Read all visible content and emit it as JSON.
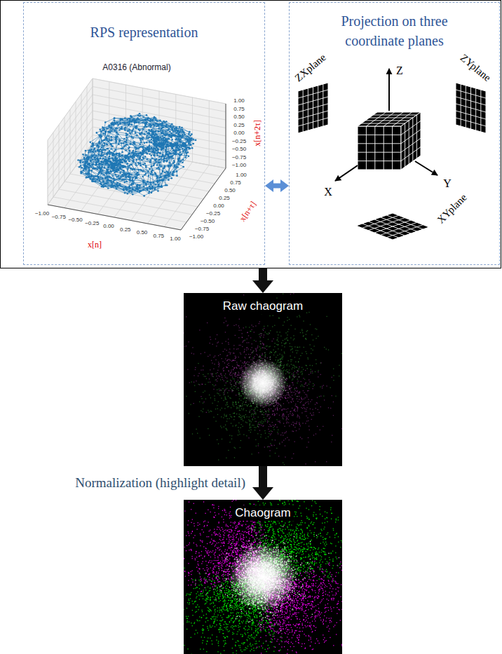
{
  "diagram": {
    "nodes": [
      {
        "text": []
      },
      {
        "text": [
          "RPS representation"
        ],
        "in": 0
      },
      {
        "text": [
          "Projection on three coordinate planes"
        ],
        "in": 0
      },
      {
        "text": [
          "Raw chaogram"
        ]
      },
      {
        "text": [
          "Chaogram"
        ]
      }
    ],
    "edges": [
      {
        "from": 1,
        "to": 2,
        "arrow": "both"
      },
      {
        "from": 0,
        "to": 3,
        "arrow": "to"
      },
      {
        "from": 3,
        "to": 4,
        "label": "Normalization (highlight detail)",
        "arrow": "to"
      }
    ],
    "labels": [
      "A0316 (Abnormal)",
      "−1.00",
      "−0.75",
      "−0.50",
      "−0.25",
      "0.00",
      "0.25",
      "0.50",
      "0.75",
      "1.00",
      "x[n]",
      "−1.00",
      "−0.75",
      "−0.50",
      "−0.25",
      "0.00",
      "0.25",
      "0.50",
      "0.75",
      "1.00",
      "x[n+τ]",
      "−1.00",
      "−0.75",
      "−0.50",
      "−0.25",
      "0.00",
      "0.25",
      "0.50",
      "0.75",
      "1.00",
      "x[n+2τ]",
      "ZXplane",
      "ZYplane",
      "Z",
      "X",
      "Y",
      "XYplane"
    ]
  }
}
